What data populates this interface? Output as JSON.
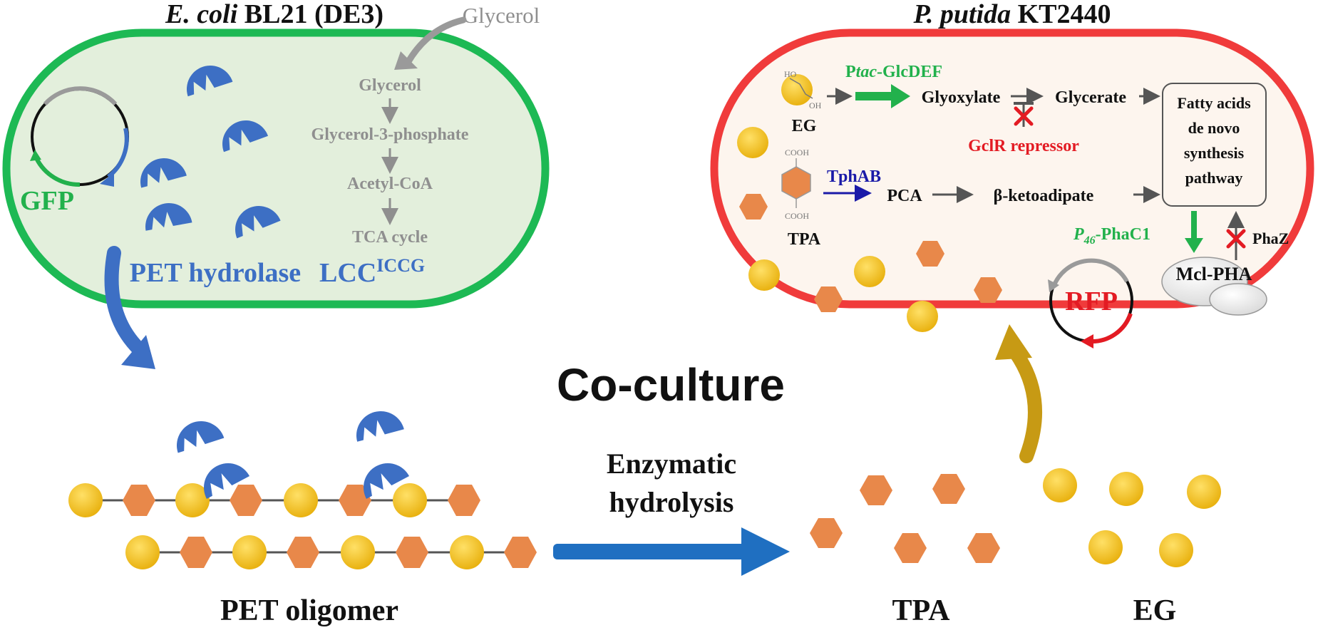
{
  "ecoli": {
    "title_species": "E. coli",
    "title_strain": " BL21 (DE3)",
    "glycerol_input": "Glycerol",
    "pathway": [
      "Glycerol",
      "Glycerol-3-phosphate",
      "Acetyl-CoA",
      "TCA cycle"
    ],
    "gfp_label": "GFP",
    "enzyme_label": "PET hydrolase",
    "enzyme_name": "LCC",
    "enzyme_superscript": "ICCG"
  },
  "pputida": {
    "title_species": "P. putida",
    "title_strain": " KT2440",
    "eg_label": "EG",
    "tpa_label": "TPA",
    "ho_label": "HO",
    "oh_label": "OH",
    "cooh_top": "COOH",
    "cooh_bottom": "COOH",
    "ptac_prefix": "P",
    "ptac_italic": "tac",
    "ptac_suffix": "-GlcDEF",
    "glyoxylate": "Glyoxylate",
    "glycerate": "Glycerate",
    "gclr": "GclR repressor",
    "tphab": "TphAB",
    "pca": "PCA",
    "ketoadipate": "β-ketoadipate",
    "fatty_acids": [
      "Fatty acids",
      "de novo",
      "synthesis",
      "pathway"
    ],
    "p46_prefix": "P",
    "p46_sub": "46",
    "p46_suffix": "-PhaC1",
    "phaz": "PhaZ",
    "mcl_pha": "Mcl-PHA",
    "rfp_label": "RFP"
  },
  "center": {
    "coculture": "Co-culture",
    "enzymatic_line1": "Enzymatic",
    "enzymatic_line2": "hydrolysis"
  },
  "bottom": {
    "pet_oligomer": "PET oligomer",
    "tpa": "TPA",
    "eg": "EG"
  },
  "colors": {
    "ecoli_border": "#1db954",
    "ecoli_fill": "#e3efdc",
    "pputida_border": "#f03b3b",
    "pputida_fill": "#fdf5ee",
    "enzyme_blue": "#3d6fc4",
    "hexagon_orange": "#e8884a",
    "circle_yellow": "#f2c12e",
    "gray_pathway": "#8f8f8f",
    "green_label": "#22b14c",
    "red_label": "#e31b23",
    "dark_blue": "#1a1aa8",
    "arrow_blue": "#1f6fc1",
    "arrow_gold": "#c79a14"
  }
}
